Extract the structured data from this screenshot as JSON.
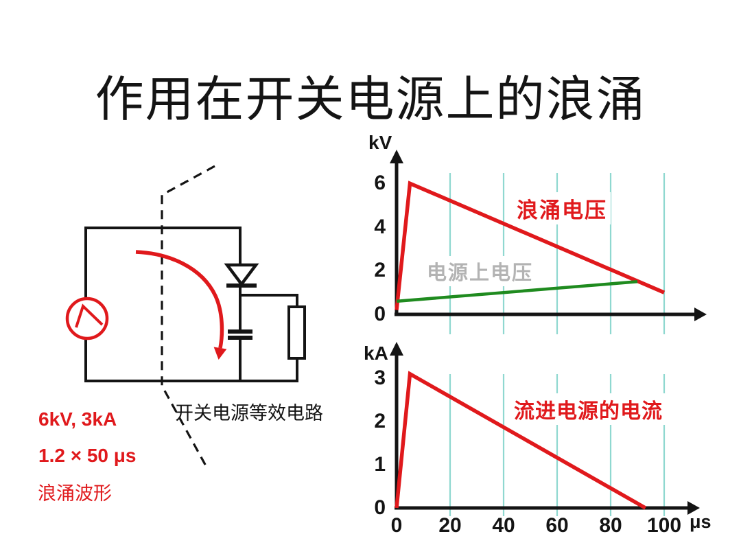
{
  "slide": {
    "title": "作用在开关电源上的浪涌"
  },
  "circuit": {
    "caption": "开关电源等效电路",
    "components": [
      "surge-generator",
      "diode",
      "capacitor",
      "resistor"
    ]
  },
  "surge_spec": {
    "amplitude": "6kV, 3kA",
    "waveshape": "1.2 × 50 μs",
    "label": "浪涌波形"
  },
  "colors": {
    "red": "#e0191c",
    "green": "#1f8b1f",
    "grid": "#8fd8d0",
    "ink": "#141414",
    "gray_label": "#b3b3b3"
  },
  "chart_data": [
    {
      "type": "line",
      "title": "",
      "xlabel": "",
      "ylabel": "kV",
      "xlim": [
        0,
        112
      ],
      "ylim": [
        0,
        6.8
      ],
      "yticks": [
        0,
        2,
        4,
        6
      ],
      "xticks": [],
      "grid_x": [
        20,
        40,
        60,
        80,
        100
      ],
      "grid": "vertical teal lines every 20 μs",
      "legend_position": "labels on plot",
      "series": [
        {
          "name": "浪涌电压",
          "color": "#e0191c",
          "label_color": "#e0191c",
          "points": [
            [
              0,
              0.2
            ],
            [
              5,
              6
            ],
            [
              100,
              1
            ]
          ]
        },
        {
          "name": "电源上电压",
          "color": "#1f8b1f",
          "label_color": "#b3b3b3",
          "points": [
            [
              0,
              0.6
            ],
            [
              90,
              1.5
            ]
          ]
        }
      ]
    },
    {
      "type": "line",
      "title": "",
      "xlabel": "μs",
      "ylabel": "kA",
      "xlim": [
        0,
        112
      ],
      "ylim": [
        0,
        3.4
      ],
      "yticks": [
        0,
        1,
        2,
        3
      ],
      "xticks": [
        0,
        20,
        40,
        60,
        80,
        100
      ],
      "grid_x": [
        20,
        40,
        60,
        80,
        100
      ],
      "grid": "vertical teal lines every 20 μs",
      "legend_position": "labels on plot",
      "series": [
        {
          "name": "流进电源的电流",
          "color": "#e0191c",
          "label_color": "#e0191c",
          "points": [
            [
              0,
              0
            ],
            [
              5,
              3.1
            ],
            [
              93,
              0
            ]
          ]
        }
      ]
    }
  ]
}
